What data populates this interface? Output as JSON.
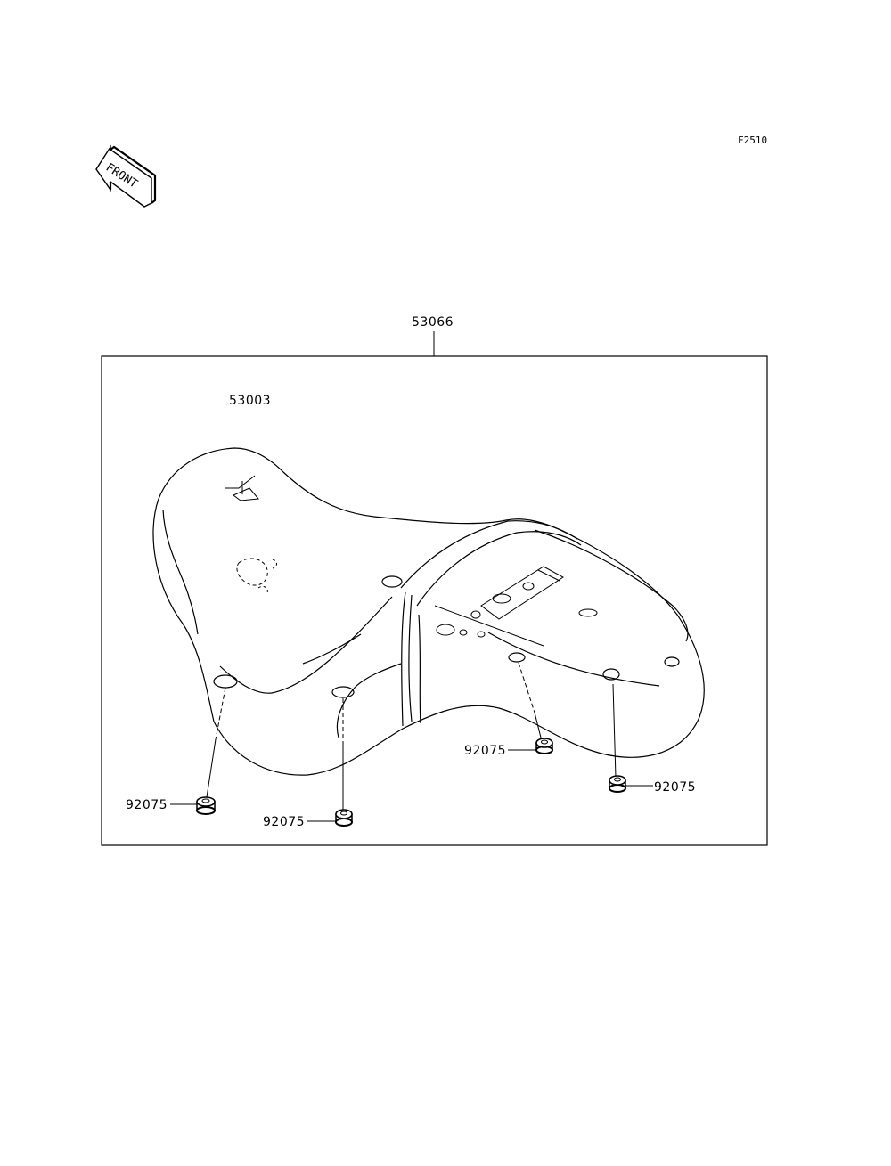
{
  "figure_code": "F2510",
  "front_marker": {
    "text": "FRONT",
    "icon": "front-arrow-icon"
  },
  "callouts": {
    "assembly": "53066",
    "seat": "53003",
    "damper_left_front": "92075",
    "damper_left_rear": "92075",
    "damper_right_front": "92075",
    "damper_right_rear": "92075"
  }
}
